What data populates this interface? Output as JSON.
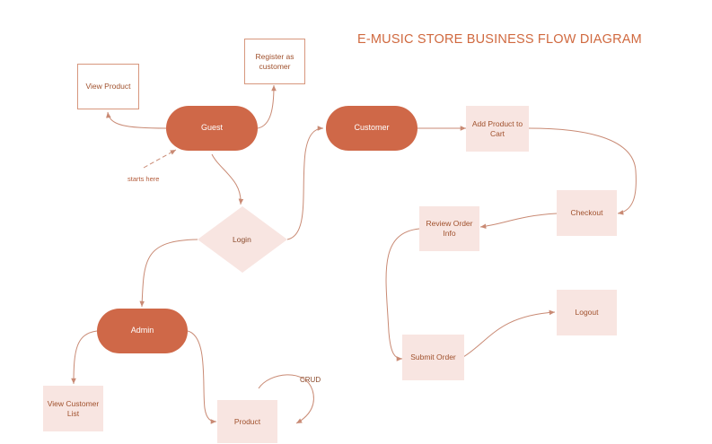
{
  "diagram": {
    "title": "E-MUSIC STORE BUSINESS FLOW DIAGRAM",
    "colors": {
      "accent": "#cf6848",
      "node_fill": "#f8e5e1",
      "connector": "#c98a74",
      "title": "#d0693f"
    },
    "nodes": {
      "view_product": "View Product",
      "register_customer": "Register as customer",
      "guest": "Guest",
      "customer": "Customer",
      "add_product_to_cart": "Add Product to Cart",
      "checkout": "Checkout",
      "review_order_info": "Review Order Info",
      "login": "Login",
      "admin": "Admin",
      "submit_order": "Submit Order",
      "logout": "Logout",
      "view_customer_list": "View Customer List",
      "product": "Product"
    },
    "annotations": {
      "starts_here": "starts here",
      "crud": "CRUD"
    }
  }
}
